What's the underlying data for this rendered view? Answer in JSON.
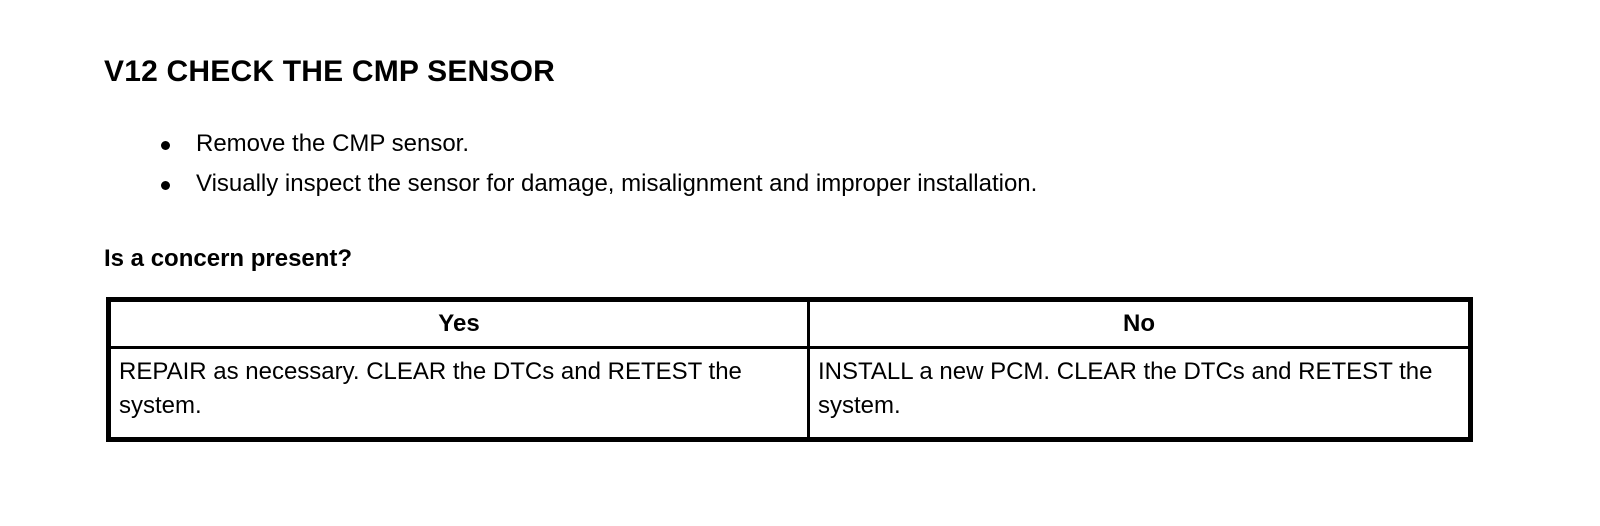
{
  "section": {
    "title": "V12 CHECK THE CMP SENSOR",
    "steps": [
      {
        "text": "Remove the CMP sensor."
      },
      {
        "text": "Visually inspect the sensor for damage, misalignment and improper installation."
      }
    ],
    "question": "Is a concern present?"
  },
  "decision_table": {
    "headers": [
      "Yes",
      "No"
    ],
    "rows": [
      {
        "yes": "REPAIR as necessary. CLEAR the DTCs and RETEST the system.",
        "no": "INSTALL a new PCM. CLEAR the DTCs and RETEST the system."
      }
    ]
  },
  "colors": {
    "ink": "#000000",
    "page": "#ffffff"
  }
}
